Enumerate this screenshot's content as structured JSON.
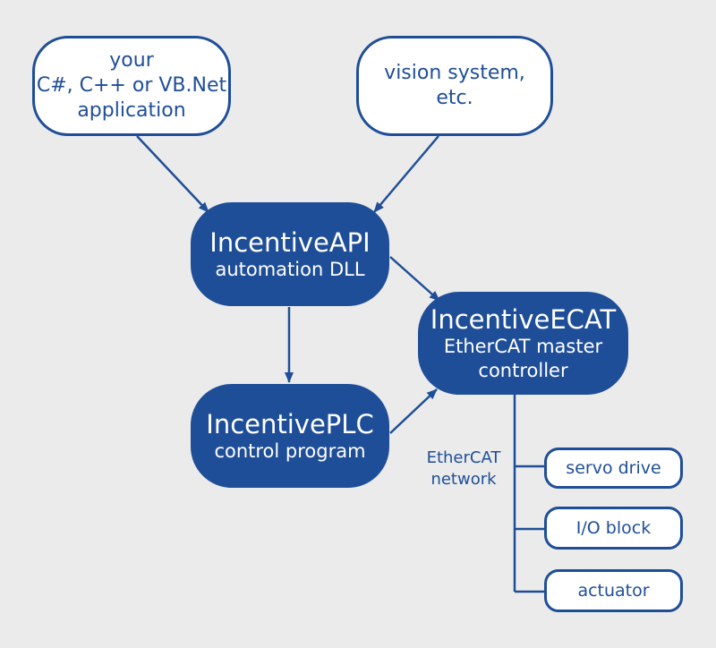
{
  "nodes": {
    "your_app": {
      "lines": [
        "your",
        "C#, C++ or VB.Net",
        "application"
      ]
    },
    "vision": {
      "lines": [
        "vision system,",
        "etc."
      ]
    },
    "api": {
      "title": "IncentiveAPI",
      "subtitle": "automation DLL"
    },
    "ecat": {
      "title": "IncentiveECAT",
      "subtitle_lines": [
        "EtherCAT master",
        "controller"
      ]
    },
    "plc": {
      "title": "IncentivePLC",
      "subtitle": "control program"
    }
  },
  "network_label": [
    "EtherCAT",
    "network"
  ],
  "devices": [
    {
      "label": "servo drive"
    },
    {
      "label": "I/O block"
    },
    {
      "label": "actuator"
    }
  ],
  "colors": {
    "primary": "#1f4e98",
    "background": "#ebebeb",
    "light_fill": "#ffffff"
  }
}
